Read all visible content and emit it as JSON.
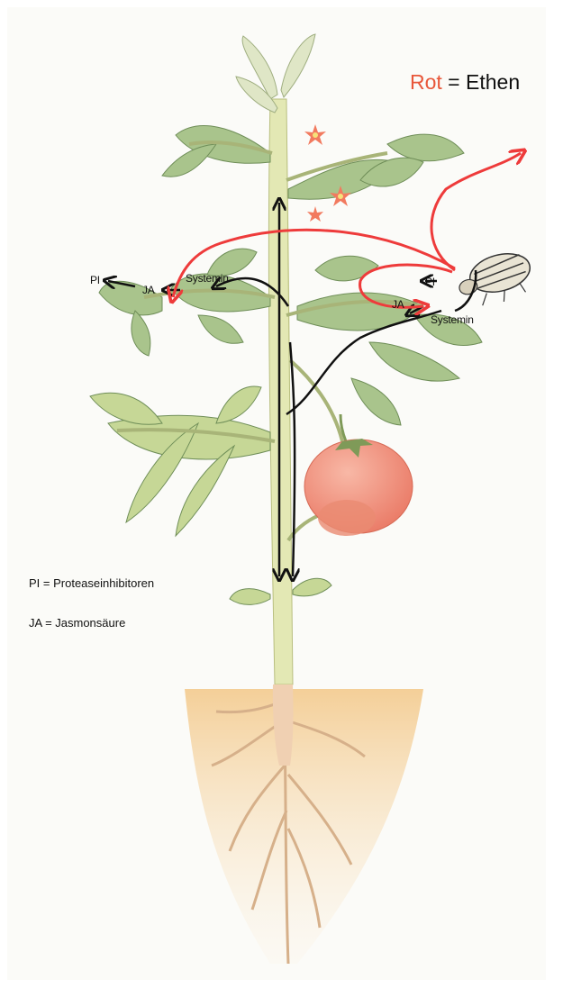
{
  "legend": {
    "color_word": "Rot",
    "color_rest": " = Ethen",
    "pi_line": "PI  = Proteaseinhibitoren",
    "ja_line": "JA = Jasmonsäure"
  },
  "labels": {
    "left_pi": "PI",
    "left_ja": "JA",
    "left_systemin": "Systemin",
    "right_pi": "PI",
    "right_ja": "JA",
    "right_systemin": "Systemin"
  },
  "colors": {
    "ethylene_arrow": "#ee3b3b",
    "signal_arrow": "#111111",
    "legend_red": "#e8573a",
    "leaf": "#9fbf86",
    "stem": "#e2e6b0",
    "tomato": "#f08b78",
    "soil": "#f6d9a8",
    "root": "#d8b892",
    "flower": "#f27a5f"
  },
  "icons": {
    "plant": "tomato-plant-illustration",
    "pest": "beetle-icon"
  }
}
